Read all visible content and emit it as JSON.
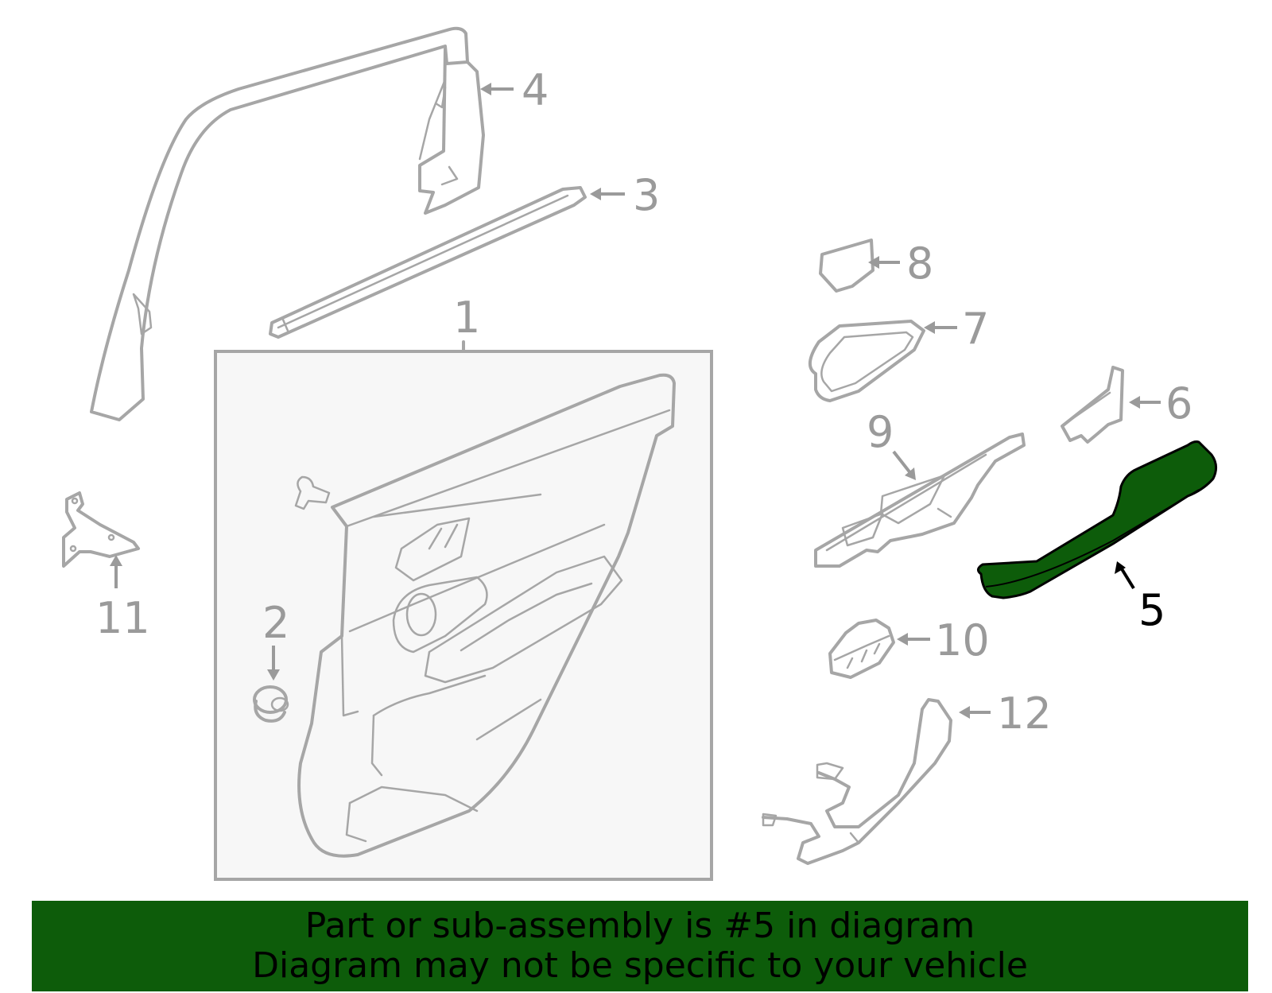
{
  "diagram": {
    "callouts": [
      {
        "id": "1",
        "label": "1"
      },
      {
        "id": "2",
        "label": "2"
      },
      {
        "id": "3",
        "label": "3"
      },
      {
        "id": "4",
        "label": "4"
      },
      {
        "id": "5",
        "label": "5"
      },
      {
        "id": "6",
        "label": "6"
      },
      {
        "id": "7",
        "label": "7"
      },
      {
        "id": "8",
        "label": "8"
      },
      {
        "id": "9",
        "label": "9"
      },
      {
        "id": "10",
        "label": "10"
      },
      {
        "id": "11",
        "label": "11"
      },
      {
        "id": "12",
        "label": "12"
      }
    ],
    "highlighted_part": "5"
  },
  "banner": {
    "line1": "Part or sub-assembly is #5 in diagram",
    "line2": "Diagram may not be specific to your vehicle"
  },
  "colors": {
    "highlight_fill": "#0d5c0a",
    "banner_bg": "#0d5c0a",
    "line_gray": "#a6a6a6",
    "panel_fill": "#f7f7f7"
  }
}
